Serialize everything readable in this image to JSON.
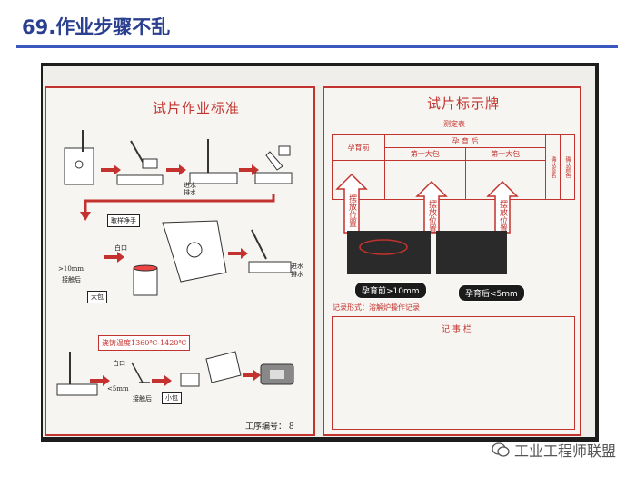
{
  "slide": {
    "title": "69.作业步骤不乱"
  },
  "left_panel": {
    "title": "试片作业标准",
    "labels": {
      "jin_shui": "进水",
      "pai_shui": "排水",
      "qu_yang": "取样净手",
      "bai_kou": "白口",
      "gt10": ">10mm",
      "jie_chu_hou": "接触后",
      "da_bao": "大包",
      "jin_shui2": "进水",
      "pai_shui2": "排水",
      "temp": "浇铸温度1360℃-1420℃",
      "bai_kou2": "白口",
      "lt5": "<5mm",
      "jie_chu_hou2": "接触后",
      "xiao_bao": "小包",
      "proc_no": "工序编号： 8"
    }
  },
  "right_panel": {
    "title": "试片标示牌",
    "subtitle": "测定表",
    "table": {
      "col_before": "孕育前",
      "col_after": "孕 育 后",
      "sub1": "第一大包",
      "sub2": "第一大包",
      "confirm1": "确认签名",
      "confirm2": "确认颜色"
    },
    "arrow_text": [
      "摆放位置",
      "摆放位置",
      "摆放位置"
    ],
    "photo1_caption": "孕育前>10mm",
    "photo2_caption": "孕育后<5mm",
    "record_label": "记录形式：溶解炉操作记录",
    "notes_title": "记 事 栏"
  },
  "watermark": {
    "text": "工业工程师联盟",
    "icon": "wechat-icon"
  },
  "colors": {
    "title": "#2a3f8f",
    "accent_red": "#c3322e",
    "rule": "#3a58c0"
  }
}
